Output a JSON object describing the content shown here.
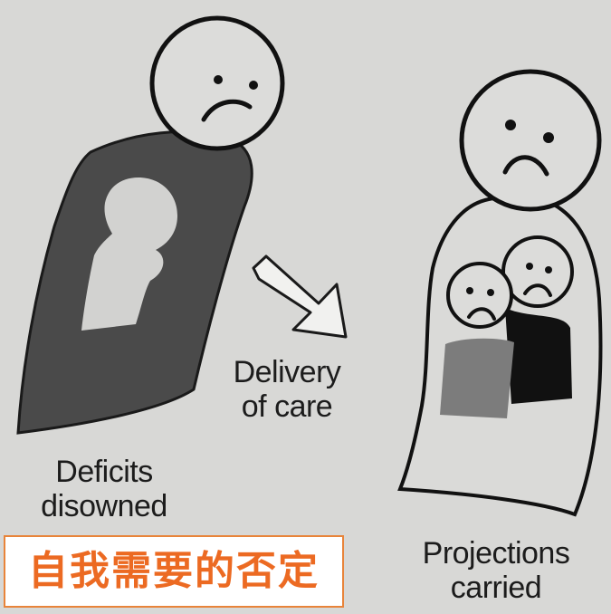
{
  "labels": {
    "left_figure": [
      "Deficits",
      "disowned"
    ],
    "arrow": [
      "Delivery",
      "of care"
    ],
    "right_figure": [
      "Projections",
      "carried"
    ]
  },
  "annotation": "自我需要的否定",
  "colors": {
    "paper": "#d8d8d6",
    "dark_body": "#4a4a4a",
    "light_cutout": "#d2d2d0",
    "ink": "#111111",
    "annotation_text": "#ec6a22",
    "annotation_border": "#e8843a"
  }
}
